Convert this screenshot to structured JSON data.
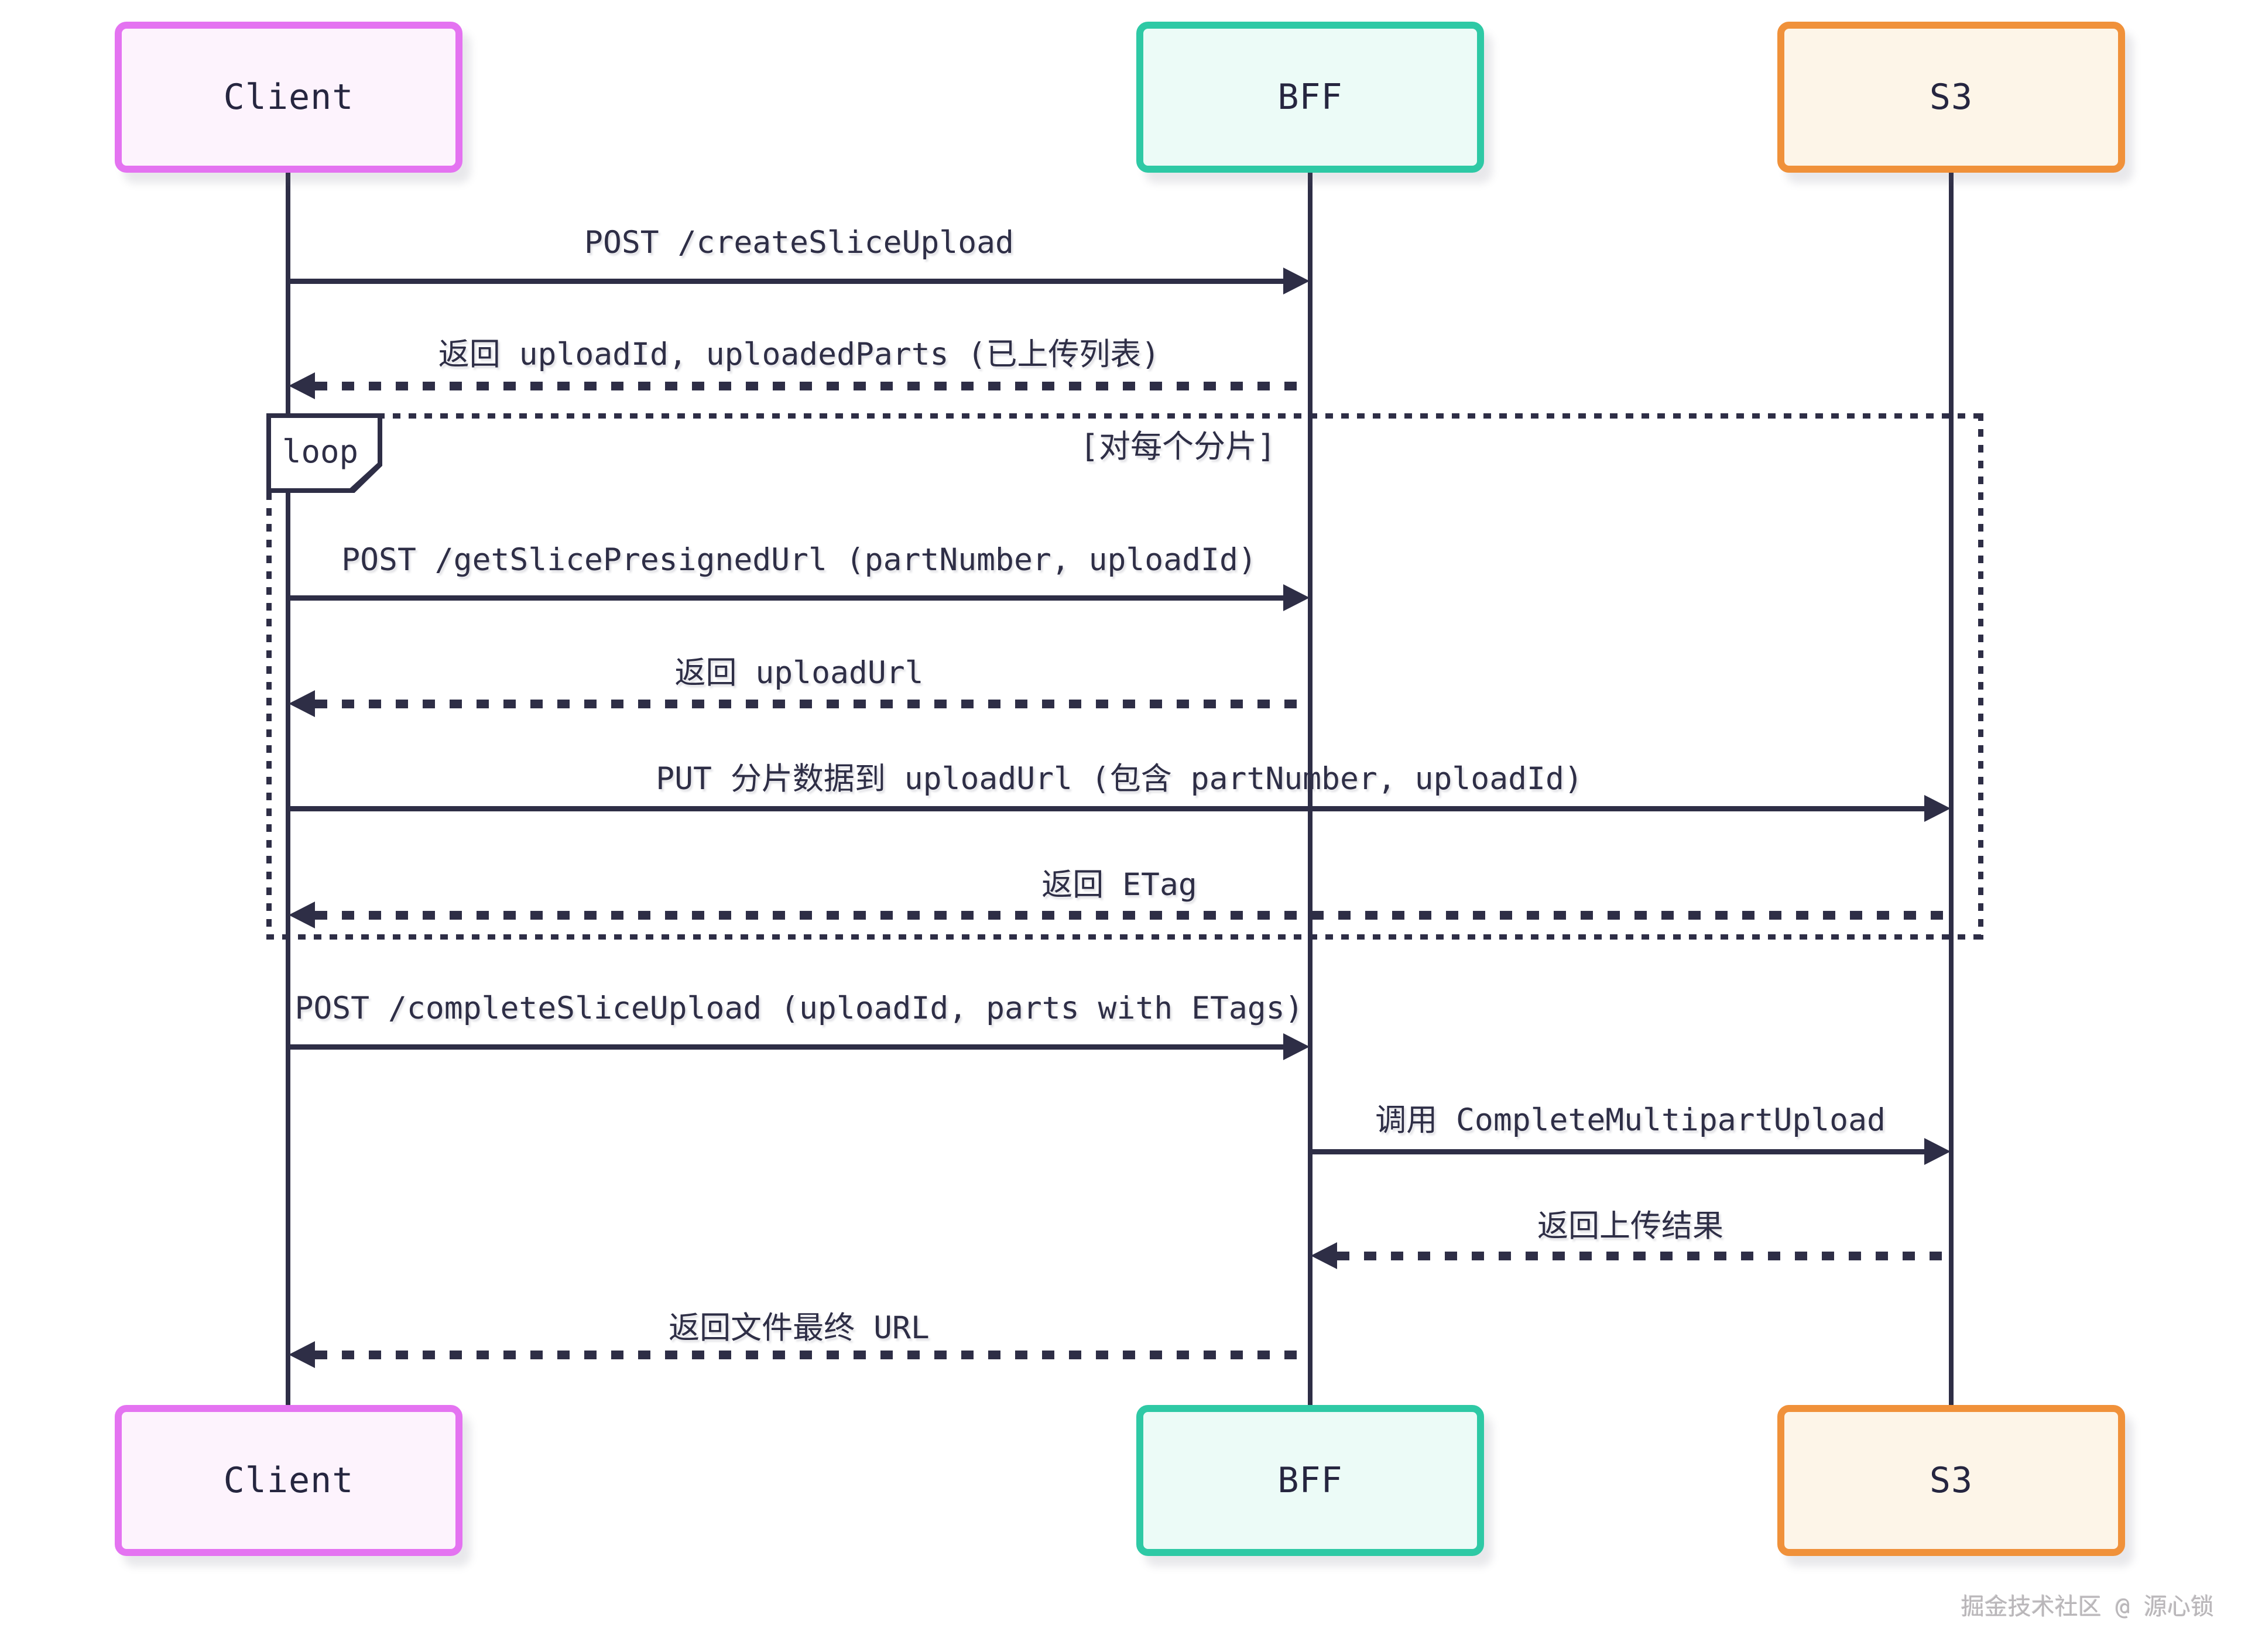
{
  "diagram": {
    "type": "sequence",
    "actors": [
      {
        "id": "client",
        "label": "Client",
        "border_color": "#e473f1",
        "fill_color": "#fdf3fd"
      },
      {
        "id": "bff",
        "label": "BFF",
        "border_color": "#2ec9a5",
        "fill_color": "#ecfbf7"
      },
      {
        "id": "s3",
        "label": "S3",
        "border_color": "#f0913a",
        "fill_color": "#fdf5e8"
      }
    ],
    "messages": [
      {
        "from": "Client",
        "to": "BFF",
        "line": "solid",
        "label": "POST /createSliceUpload"
      },
      {
        "from": "BFF",
        "to": "Client",
        "line": "dashed",
        "label": "返回 uploadId, uploadedParts (已上传列表)"
      },
      {
        "from": "Client",
        "to": "BFF",
        "line": "solid",
        "label": "POST /getSlicePresignedUrl (partNumber, uploadId)",
        "in_loop": true
      },
      {
        "from": "BFF",
        "to": "Client",
        "line": "dashed",
        "label": "返回 uploadUrl",
        "in_loop": true
      },
      {
        "from": "Client",
        "to": "S3",
        "line": "solid",
        "label": "PUT 分片数据到 uploadUrl (包含 partNumber, uploadId)",
        "in_loop": true
      },
      {
        "from": "S3",
        "to": "Client",
        "line": "dashed",
        "label": "返回 ETag",
        "in_loop": true
      },
      {
        "from": "Client",
        "to": "BFF",
        "line": "solid",
        "label": "POST /completeSliceUpload (uploadId, parts with ETags)"
      },
      {
        "from": "BFF",
        "to": "S3",
        "line": "solid",
        "label": "调用 CompleteMultipartUpload"
      },
      {
        "from": "S3",
        "to": "BFF",
        "line": "dashed",
        "label": "返回上传结果"
      },
      {
        "from": "BFF",
        "to": "Client",
        "line": "dashed",
        "label": "返回文件最终 URL"
      }
    ],
    "loop": {
      "keyword": "loop",
      "title": "[对每个分片]"
    },
    "watermark": "掘金技术社区 @ 源心锁",
    "colors": {
      "line": "#2e2e46"
    }
  }
}
